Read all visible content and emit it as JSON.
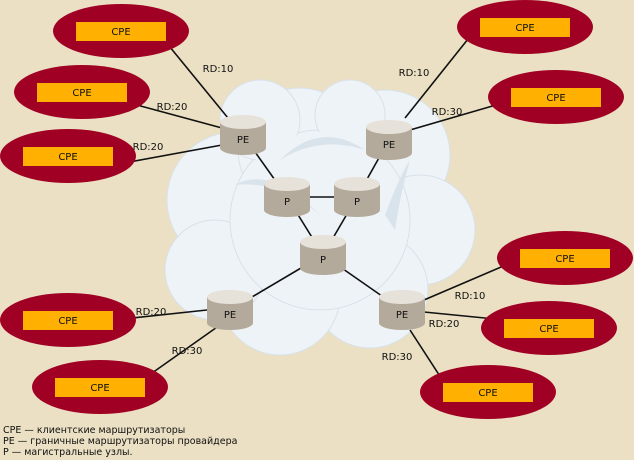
{
  "colors": {
    "background": "#ebe0c3",
    "cpe_ellipse": "#a00024",
    "cpe_box": "#ffb000",
    "cloud": "#eef3f7",
    "node": "#b4aa9c",
    "node_top": "#e6e1d9"
  },
  "nodes": {
    "cpe": [
      {
        "id": "cpe1",
        "label": "CPE",
        "rd": "RD:10"
      },
      {
        "id": "cpe2",
        "label": "CPE",
        "rd": "RD:20"
      },
      {
        "id": "cpe3",
        "label": "CPE",
        "rd": "RD:20"
      },
      {
        "id": "cpe4",
        "label": "CPE",
        "rd": "RD:10"
      },
      {
        "id": "cpe5",
        "label": "CPE",
        "rd": "RD:30"
      },
      {
        "id": "cpe6",
        "label": "CPE",
        "rd": "RD:10"
      },
      {
        "id": "cpe7",
        "label": "CPE",
        "rd": "RD:20"
      },
      {
        "id": "cpe8",
        "label": "CPE",
        "rd": "RD:30"
      },
      {
        "id": "cpe9",
        "label": "CPE",
        "rd": "RD:20"
      },
      {
        "id": "cpe10",
        "label": "CPE",
        "rd": "RD:30"
      }
    ],
    "pe": [
      {
        "id": "pe1",
        "label": "PE"
      },
      {
        "id": "pe2",
        "label": "PE"
      },
      {
        "id": "pe3",
        "label": "PE"
      },
      {
        "id": "pe4",
        "label": "PE"
      }
    ],
    "p": [
      {
        "id": "p1",
        "label": "P"
      },
      {
        "id": "p2",
        "label": "P"
      },
      {
        "id": "p3",
        "label": "P"
      }
    ]
  },
  "legend": [
    "CPE — клиентские маршрутизаторы",
    "PE — граничные маршрутизаторы провайдера",
    "P — магистральные узлы."
  ]
}
